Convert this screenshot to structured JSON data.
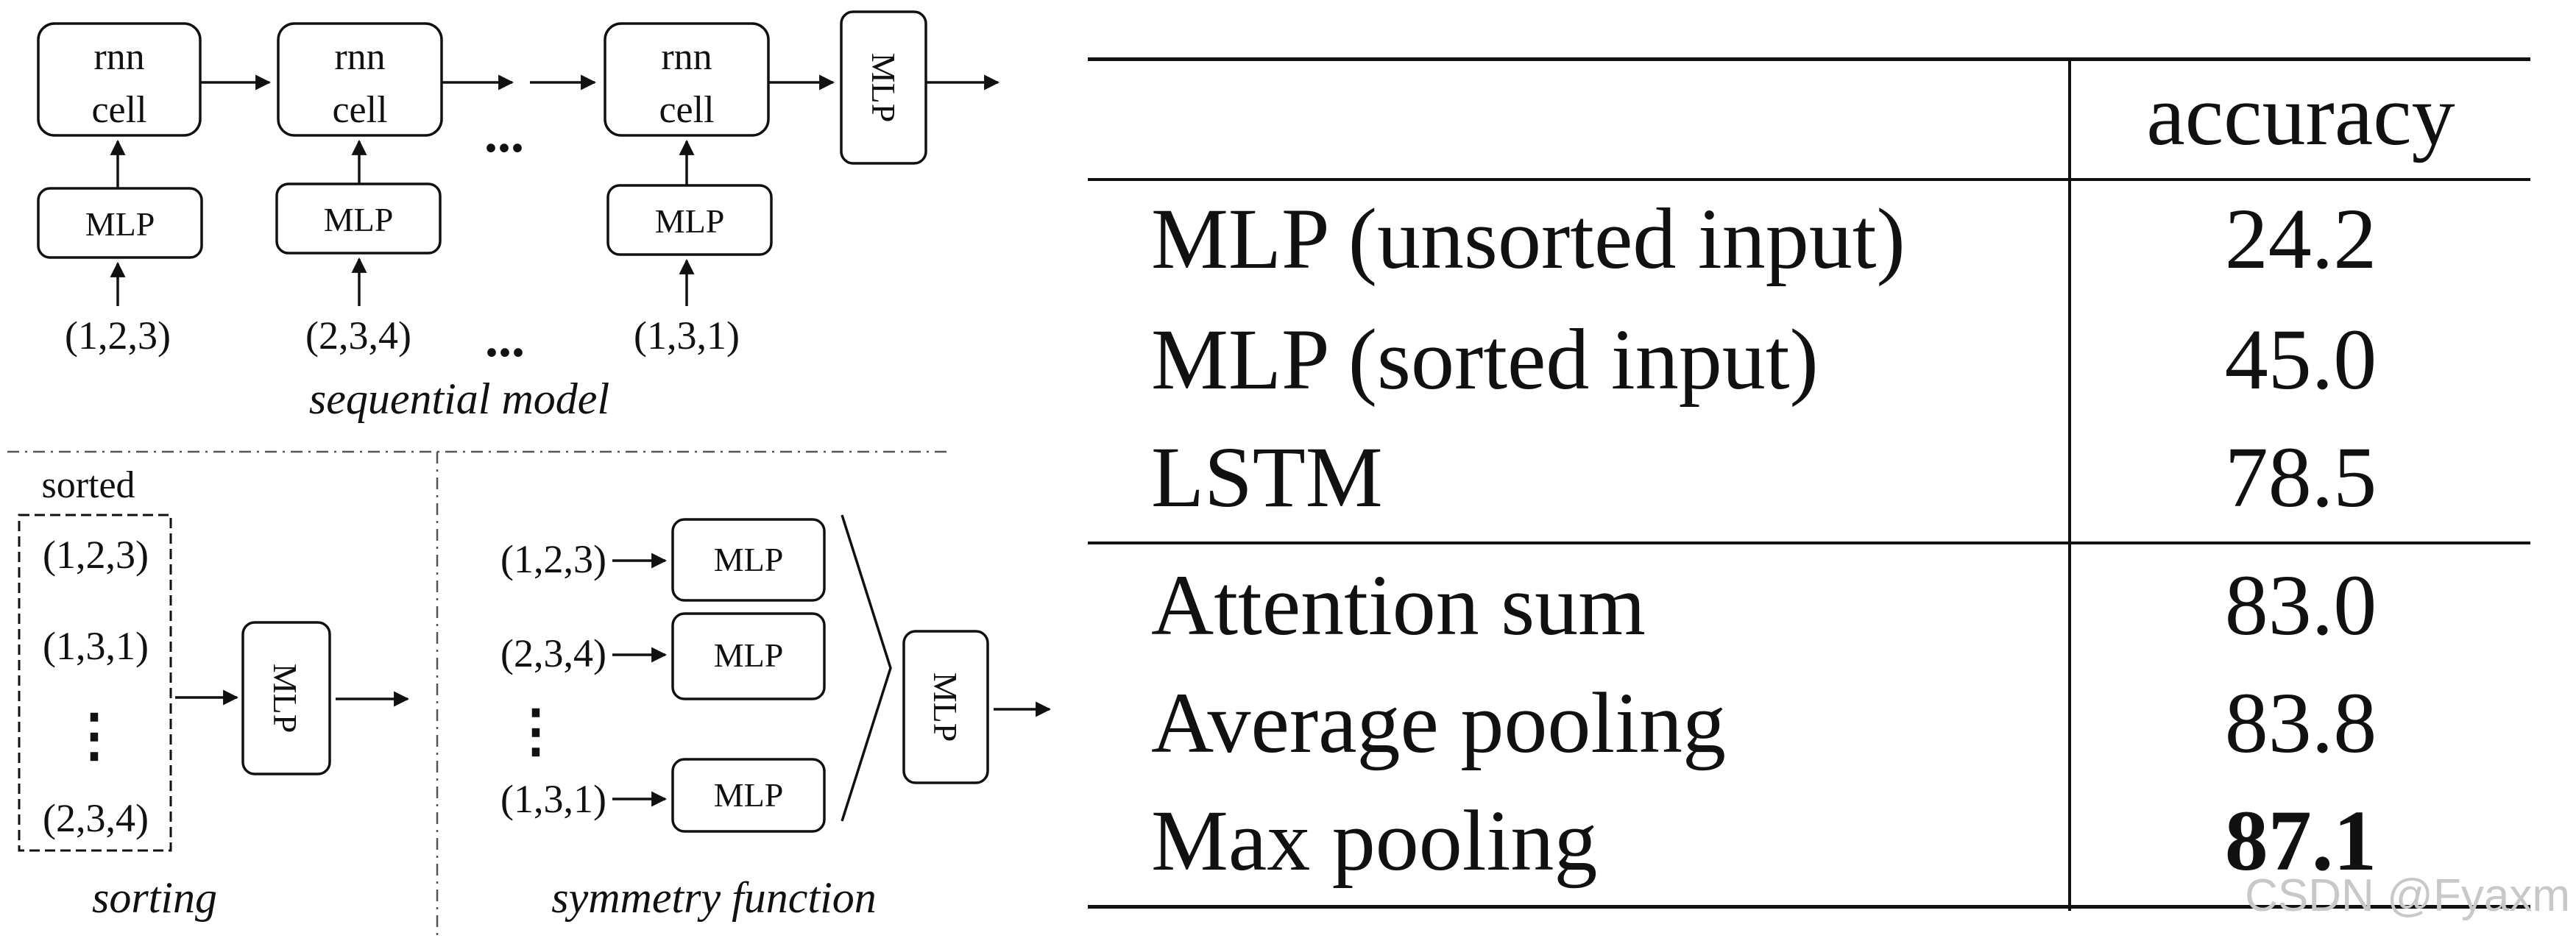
{
  "diagram": {
    "sequential": {
      "caption": "sequential model",
      "rnn_label_line1": "rnn",
      "rnn_label_line2": "cell",
      "mlp_label": "MLP",
      "inputs": [
        "(1,2,3)",
        "(2,3,4)",
        "(1,3,1)"
      ],
      "ellipsis": "..."
    },
    "sorting": {
      "caption": "sorting",
      "box_title": "sorted",
      "items": [
        "(1,2,3)",
        "(1,3,1)",
        "(2,3,4)"
      ],
      "vertical_ellipsis": "⋮",
      "mlp_label": "MLP"
    },
    "symmetry": {
      "caption": "symmetry function",
      "inputs": [
        "(1,2,3)",
        "(2,3,4)",
        "(1,3,1)"
      ],
      "vertical_ellipsis": "⋮",
      "mlp_label": "MLP"
    }
  },
  "table": {
    "header": "accuracy",
    "rows": [
      {
        "label": "MLP (unsorted input)",
        "value": "24.2"
      },
      {
        "label": "MLP (sorted input)",
        "value": "45.0"
      },
      {
        "label": "LSTM",
        "value": "78.5"
      },
      {
        "label": "Attention sum",
        "value": "83.0"
      },
      {
        "label": "Average pooling",
        "value": "83.8"
      },
      {
        "label": "Max pooling",
        "value": "87.1"
      }
    ]
  },
  "watermark": "CSDN @Fyaxm"
}
